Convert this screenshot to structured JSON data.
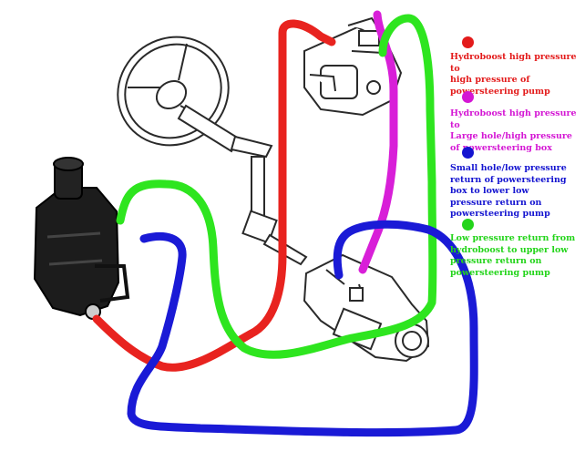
{
  "legend": [
    {
      "id": "red",
      "color": "#e31b1b",
      "text": "Hydroboost high pressure to\nhigh pressure of\npowersteering pump"
    },
    {
      "id": "magenta",
      "color": "#d417d4",
      "text": "Hydroboost high pressure to\nLarge hole/high pressure\nof powersteering box"
    },
    {
      "id": "blue",
      "color": "#1414d0",
      "text": "Small hole/low pressure\nreturn of powersteering\nbox  to lower low\npressure return on\npowersteering pump"
    },
    {
      "id": "green",
      "color": "#23d41a",
      "text": "Low pressure return from\nhydroboost to upper low\npressure return on\npowersteering pump"
    }
  ],
  "colors": {
    "line_red": "#e8231f",
    "line_magenta": "#d81fd8",
    "line_blue": "#1a1ad6",
    "line_green": "#2ee51f",
    "outline": "#2a2a2a",
    "pump_body": "#1c1c1c"
  }
}
